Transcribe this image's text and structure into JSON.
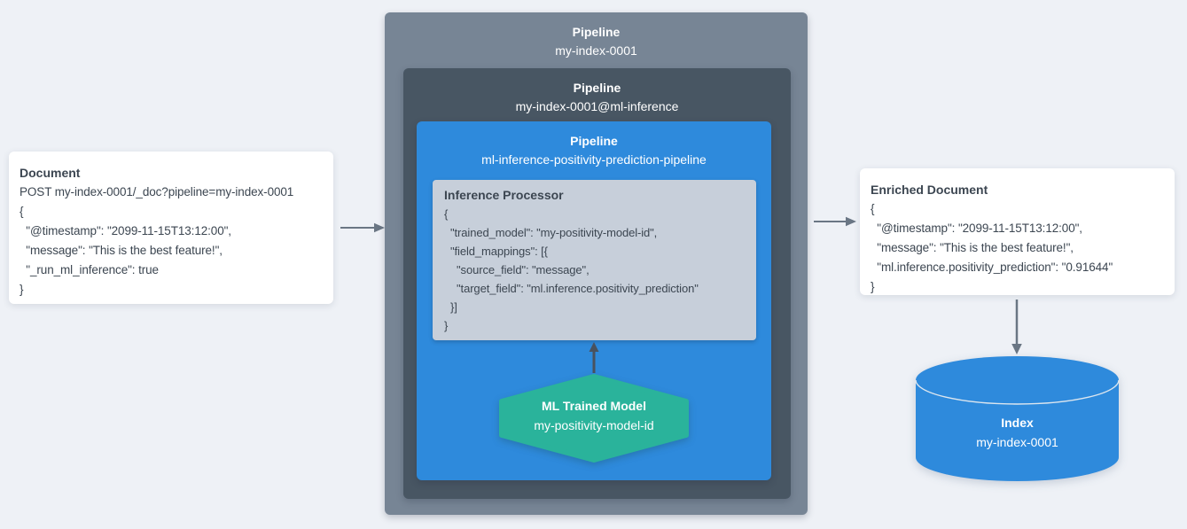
{
  "colors": {
    "page_background": "#EEF1F6",
    "pipeline_outer": "#778595",
    "pipeline_middle": "#485663",
    "pipeline_inner_blue": "#2E8ADC",
    "processor_box": "#C7CFDA",
    "model_hexagon_teal": "#2AB39B",
    "index_cylinder_blue": "#2E8ADC",
    "arrow_gray": "#6A7684",
    "arrow_dark": "#49525E",
    "text_dark": "#3C4651"
  },
  "document_box": {
    "title": "Document",
    "lines": [
      "POST my-index-0001/_doc?pipeline=my-index-0001",
      "{",
      "  \"@timestamp\": \"2099-11-15T13:12:00\",",
      "  \"message\": \"This is the best feature!\",",
      "  \"_run_ml_inference\": true",
      "}"
    ]
  },
  "pipeline_outer": {
    "title": "Pipeline",
    "name": "my-index-0001"
  },
  "pipeline_middle": {
    "title": "Pipeline",
    "name": "my-index-0001@ml-inference"
  },
  "pipeline_inner": {
    "title": "Pipeline",
    "name": "ml-inference-positivity-prediction-pipeline"
  },
  "inference_processor": {
    "title": "Inference Processor",
    "lines": [
      "{",
      "  \"trained_model\": \"my-positivity-model-id\",",
      "  \"field_mappings\": [{",
      "    \"source_field\": \"message\",",
      "    \"target_field\": \"ml.inference.positivity_prediction\"",
      "  }]",
      "}"
    ]
  },
  "ml_model": {
    "title": "ML Trained Model",
    "name": "my-positivity-model-id"
  },
  "enriched_document": {
    "title": "Enriched Document",
    "lines": [
      "{",
      "  \"@timestamp\": \"2099-11-15T13:12:00\",",
      "  \"message\": \"This is the best feature!\",",
      "  \"ml.inference.positivity_prediction\": \"0.91644\"",
      "}"
    ]
  },
  "index_store": {
    "title": "Index",
    "name": "my-index-0001"
  }
}
